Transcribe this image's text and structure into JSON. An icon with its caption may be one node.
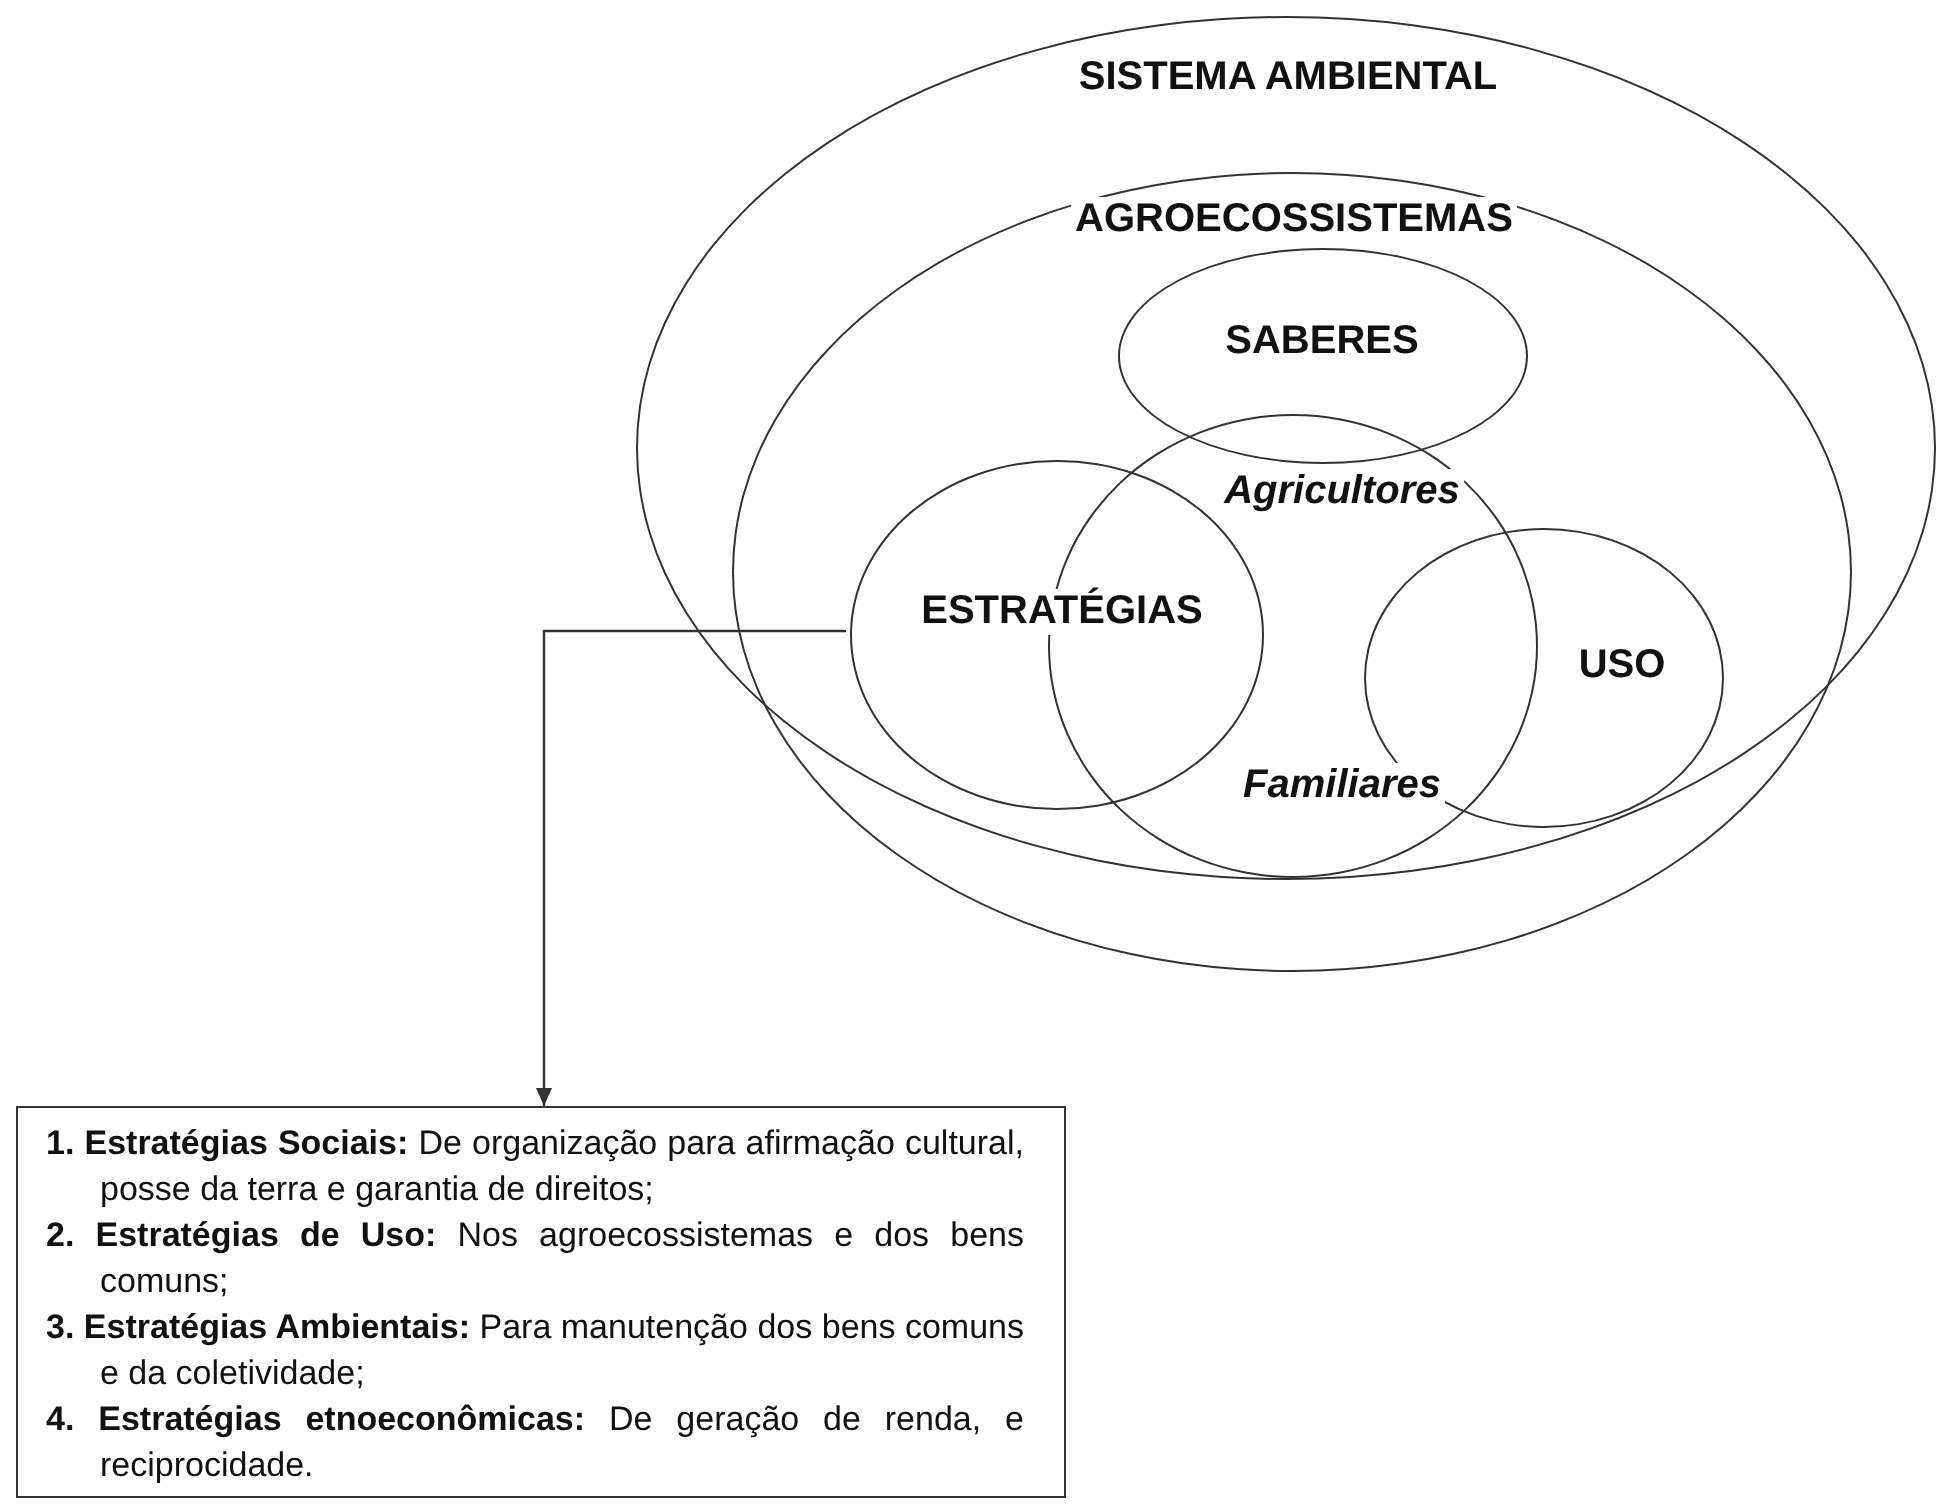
{
  "diagram": {
    "nodes": [
      {
        "text": [
          "SISTEMA AMBIENTAL"
        ]
      },
      {
        "text": [
          "AGROECOSSISTEMAS"
        ],
        "in": 0
      },
      {
        "text": [
          "SABERES"
        ],
        "in": 1
      },
      {
        "text": [
          "Agricultores",
          "Familiares"
        ],
        "in": 1
      },
      {
        "text": [
          "ESTRATÉGIAS"
        ],
        "in": 1
      },
      {
        "text": [
          "USO"
        ],
        "in": 1
      },
      {
        "text": [
          "**1. Estratégias Sociais:** De organização para afirmação cultural, posse da terra e garantia de direitos;",
          "**2. Estratégias de Uso:** Nos agroecossistemas e dos bens comuns;",
          "**3. Estratégias Ambientais:** Para manutenção dos bens comuns e da coletividade;",
          "**4. Estratégias etnoeconômicas:** De geração de renda, e reciprocidade."
        ]
      }
    ],
    "edges": [
      {
        "from": 4,
        "to": 6,
        "arrow": "to"
      }
    ]
  }
}
